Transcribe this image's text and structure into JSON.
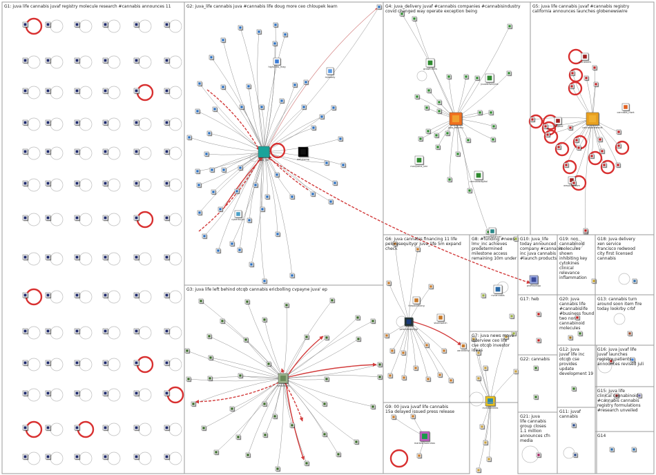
{
  "panels": [
    {
      "id": "G1",
      "title": "G1: juva life cannabis juvaf registry molecule research #cannabis announces 11"
    },
    {
      "id": "G2",
      "title": "G2: juva_life cannabis juva #cannabis life doug more ceo chloupek learn"
    },
    {
      "id": "G3",
      "title": "G3: juva life left behind otcqb cannabis ericbolling cvpayne juva' ep"
    },
    {
      "id": "G4",
      "title": "G4: juva_delivery juvaf #cannabis companies #cannabisindustry covid changed way operate exception being"
    },
    {
      "id": "G5",
      "title": "G5: juva life cannabis juvaf #cannabis registry california announces launches globenewswire"
    },
    {
      "id": "G6",
      "title": "G6: juva cannabis financing 11 life pelorusequitygr juva_life 5m expand check"
    },
    {
      "id": "G7",
      "title": "G7: juva news move interview ceo life cse otcqb investor ideas"
    },
    {
      "id": "G8",
      "title": "G8: #funding #news lmv_inc achieves predetermined milestone access remaining 10m under"
    },
    {
      "id": "G9",
      "title": "G9: 00 juva juvaf life cannabis 15a delayed issued press release"
    },
    {
      "id": "G10",
      "title": "G10: juva_life today announced company #cannabis inc juva cannabis #launch products"
    },
    {
      "id": "G11",
      "title": "G11: juvaf cannabis"
    },
    {
      "id": "G12",
      "title": "G12: juva juvaf life inc otcqb cse provides update development 19"
    },
    {
      "id": "G13",
      "title": "G13: cannabis turn around soon item fire today lookrby crbf"
    },
    {
      "id": "G14",
      "title": "G14"
    },
    {
      "id": "G15",
      "title": "G15: juva life clinical cannabinoid #cannabis cannabis registry formulations #research unveiled"
    },
    {
      "id": "G16",
      "title": "G16: juva juvaf life juvaf launches registry patients announces revised juli"
    },
    {
      "id": "G17",
      "title": "G17: heb"
    },
    {
      "id": "G18",
      "title": "G18: juva delivery xen service francisco redwood city first licensed cannabis"
    },
    {
      "id": "G19",
      "title": "G19: non cannabinoid molecules shown inhibiting key cytokines clinical relevance inflammation"
    },
    {
      "id": "G20",
      "title": "G20: juva cannabis life #cannabislife #business found two non cannabinoid molecules"
    },
    {
      "id": "G21",
      "title": "G21: juva life cannabis group closes 1.1 million announces cfn media"
    },
    {
      "id": "G22",
      "title": "G22: cannabis"
    }
  ],
  "hub_labels": {
    "juva_life": "juva_life",
    "highclass": "highclass_mag",
    "dailyhemp": "dailyhemp",
    "mrjdaddy": "mjdaddy",
    "cyberbuy": "cyberbuyer",
    "cannabis_news": "newsfeeds",
    "juva_delivery": "juva_delivery",
    "growfinders": "growfinders",
    "juvadelivery2": "juvadeliveryrot",
    "cannabisnews_g4": "marijuana_smr",
    "cannabisdigital": "cannabisdigital",
    "scenesters": "scenesters",
    "cannabisnews_g5": "cannabisnewsnet",
    "yungbud": "yungbud",
    "cannabis_ntwk": "cannabis_ntwk",
    "wmpotash": "wmpostalcom",
    "mamaweed": "mamaweedws",
    "smokeweed": "smokeweed",
    "thepaulalong": "thepaullalong",
    "pelorusequitygr": "pelorusequitygr",
    "stockwatch": "stockwatch",
    "aaronkelly": "aaronkelly",
    "investorideas": "investorideas",
    "marketchannel": "marketchannel",
    "nvcannabis": "nvcannabis",
    "profitsahipp": "profitsahipp",
    "newsfeed_g7": "tradingfeed",
    "wsb_g9": "marketchamnews"
  },
  "colors": {
    "panel_border": "#9a9a9a",
    "edge": "#777777",
    "edge_highlight": "#d23a3a",
    "loop": "#bbbbbb",
    "loop_highlight": "#d83030",
    "hub_teal": "#1aa39a",
    "g1_node": "#1f2a6b",
    "g2_node": "#2a6fbf",
    "g3_node": "#3a6b2a",
    "g4_node": "#2f8a2f",
    "g5_node": "#c0282a",
    "g6_node": "#c87a2a"
  }
}
